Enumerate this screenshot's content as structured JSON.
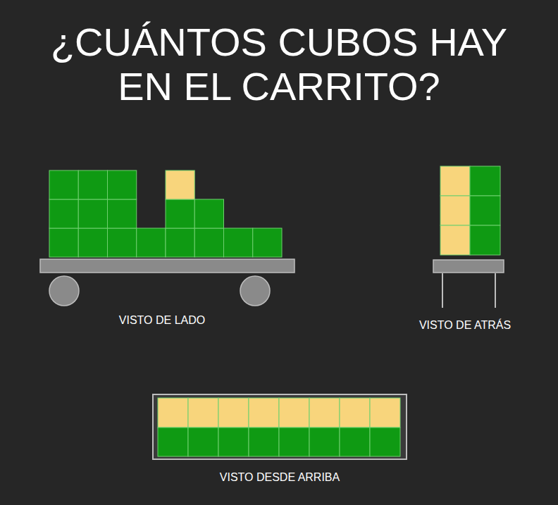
{
  "diagram": {
    "title": "¿CUÁNTOS CUBOS HAY EN EL CARRITO?",
    "labels": [
      "VISTO DE LADO",
      "VISTO DE ATRÁS",
      "VISTO DESDE ARRIBA"
    ]
  }
}
